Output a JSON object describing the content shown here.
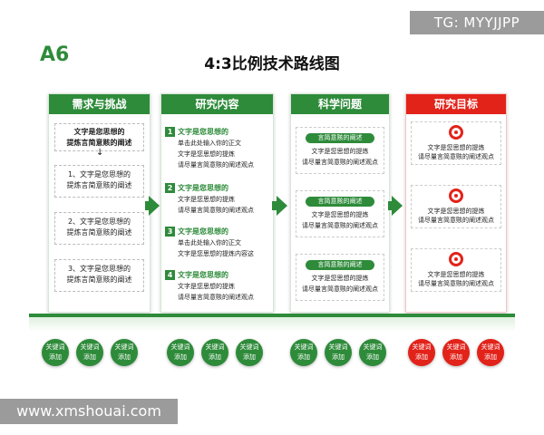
{
  "watermark_top": "TG: MYYJJPP",
  "watermark_bottom": "www.xmshouai.com",
  "code": "A6",
  "title": "4:3比例技术路线图",
  "columns": {
    "demand": {
      "header": "需求与挑战",
      "top_box": [
        "文字是您思想的",
        "提炼言简意赅的阐述"
      ],
      "items": [
        [
          "1、文字是您思想的",
          "提炼言简意赅的阐述"
        ],
        [
          "2、文字是您思想的",
          "提炼言简意赅的阐述"
        ],
        [
          "3、文字是您思想的",
          "提炼言简意赅的阐述"
        ]
      ]
    },
    "research": {
      "header": "研究内容",
      "items": [
        {
          "num": "1",
          "title": "文字是您思想的",
          "lines": [
            "单击此处输入你的正文",
            "文字是您思想的提炼",
            "请尽量言简意赅的阐述观点"
          ]
        },
        {
          "num": "2",
          "title": "文字是您思想的",
          "lines": [
            "文字是您思想的提炼",
            "请尽量言简意赅的阐述观点"
          ]
        },
        {
          "num": "3",
          "title": "文字是您思想的",
          "lines": [
            "单击此处输入你的正文",
            "文字是您思想的提炼内容这"
          ]
        },
        {
          "num": "4",
          "title": "文字是您思想的",
          "lines": [
            "文字是您思想的提炼",
            "请尽量言简意赅的阐述观点"
          ]
        }
      ]
    },
    "science": {
      "header": "科学问题",
      "items": [
        {
          "pill": "言简意赅的阐述",
          "lines": [
            "文字是您思想的提炼",
            "请尽量言简意赅的阐述观点"
          ]
        },
        {
          "pill": "言简意赅的阐述",
          "lines": [
            "文字是您思想的提炼",
            "请尽量言简意赅的阐述观点"
          ]
        },
        {
          "pill": "言简意赅的阐述",
          "lines": [
            "文字是您思想的提炼",
            "请尽量言简意赅的阐述观点"
          ]
        }
      ]
    },
    "goal": {
      "header": "研究目标",
      "items": [
        {
          "icon": "target-icon",
          "lines": [
            "文字是您思想的提炼",
            "请尽量言简意赅的阐述观点"
          ]
        },
        {
          "icon": "target-icon",
          "lines": [
            "文字是您思想的提炼",
            "请尽量言简意赅的阐述观点"
          ]
        },
        {
          "icon": "target-icon",
          "lines": [
            "文字是您思想的提炼",
            "请尽量言简意赅的阐述观点"
          ]
        }
      ]
    }
  },
  "keyword": {
    "line1": "关键词",
    "line2": "添加"
  },
  "colors": {
    "green": "#2e8b3a",
    "red": "#e2231a"
  }
}
